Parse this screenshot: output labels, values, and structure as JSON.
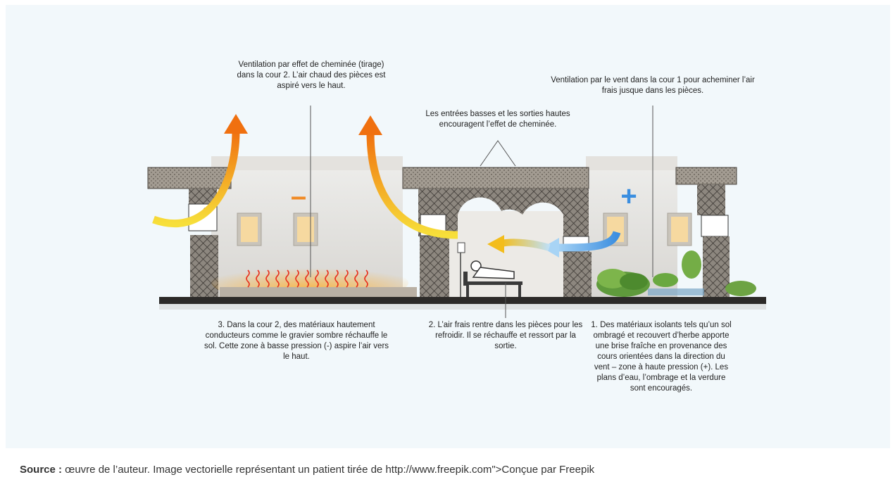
{
  "captions": {
    "chimney": "Ventilation par effet de cheminée (tirage) dans la cour 2. L’air chaud des pièces est aspiré vers le haut.",
    "wind": "Ventilation par le vent dans la cour 1 pour acheminer l’air frais jusque dans les pièces.",
    "openings": "Les entrées basses et les sorties hautes encouragent l’effet de cheminée.",
    "note3": "3. Dans la cour 2, des matériaux hautement conducteurs comme le gravier sombre réchauffe le sol. Cette zone à basse pression (-) aspire l’air vers le haut.",
    "note2": "2. L’air frais rentre dans les pièces pour les refroidir. Il se réchauffe et ressort par la sortie.",
    "note1": "1. Des matériaux isolants tels qu’un sol ombragé et recouvert d’herbe apporte une brise fraîche en provenance des cours orientées dans la direction du vent – zone à haute pression (+). Les plans d’eau, l’ombrage et la verdure sont encouragés."
  },
  "symbols": {
    "low_pressure": "–",
    "high_pressure": "+"
  },
  "source": {
    "label": "Source :",
    "text": " œuvre de l’auteur. Image vectorielle représentant un patient tirée de http://www.freepik.com\">Conçue par Freepik"
  },
  "colors": {
    "minus": "#f08a24",
    "plus": "#3a8ee0",
    "hot": "#f07d1a",
    "cool": "#5aaee8"
  }
}
